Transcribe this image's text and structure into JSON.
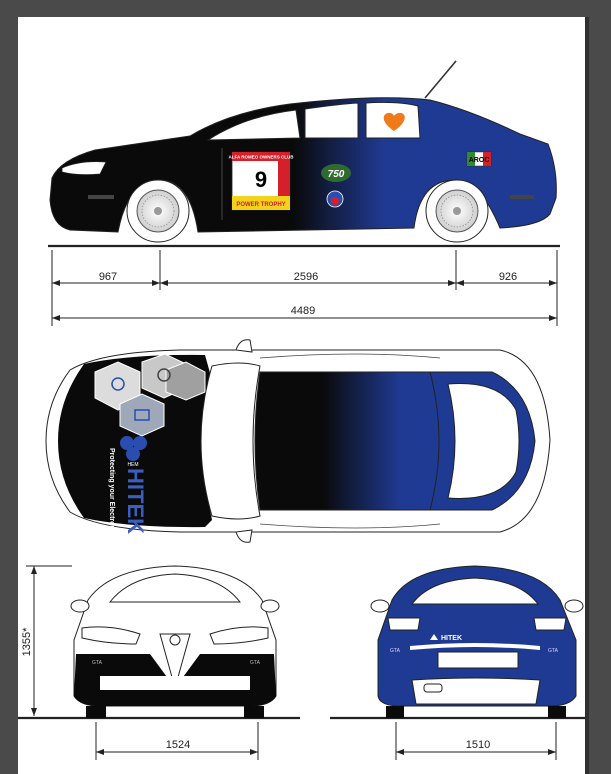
{
  "dimensions": {
    "front_overhang": "967",
    "wheelbase": "2596",
    "rear_overhang": "926",
    "overall_length": "4489",
    "height": "1355*",
    "front_track": "1524",
    "rear_track": "1510"
  },
  "livery": {
    "race_number": "9",
    "club_banner": "ALFA ROMEO OWNERS CLUB",
    "series_name": "POWER TROPHY",
    "sponsor_name": "HITEK",
    "sponsor_tagline": "Protecting your Electronics",
    "sponsor_badge": "HEM",
    "rear_badge": "HITEK",
    "green_logo": "750",
    "aroc_logo": "AROC",
    "front_plate_left": "GTA",
    "front_plate_right": "GTA",
    "rear_plate_left": "GTA",
    "rear_plate_right": "GTA",
    "colors": {
      "black": "#0a0a0a",
      "blue": "#1f3a93",
      "orange": "#f07a1a",
      "red": "#d3202a",
      "yellow": "#f3d21b",
      "green": "#2f6b2f"
    }
  }
}
